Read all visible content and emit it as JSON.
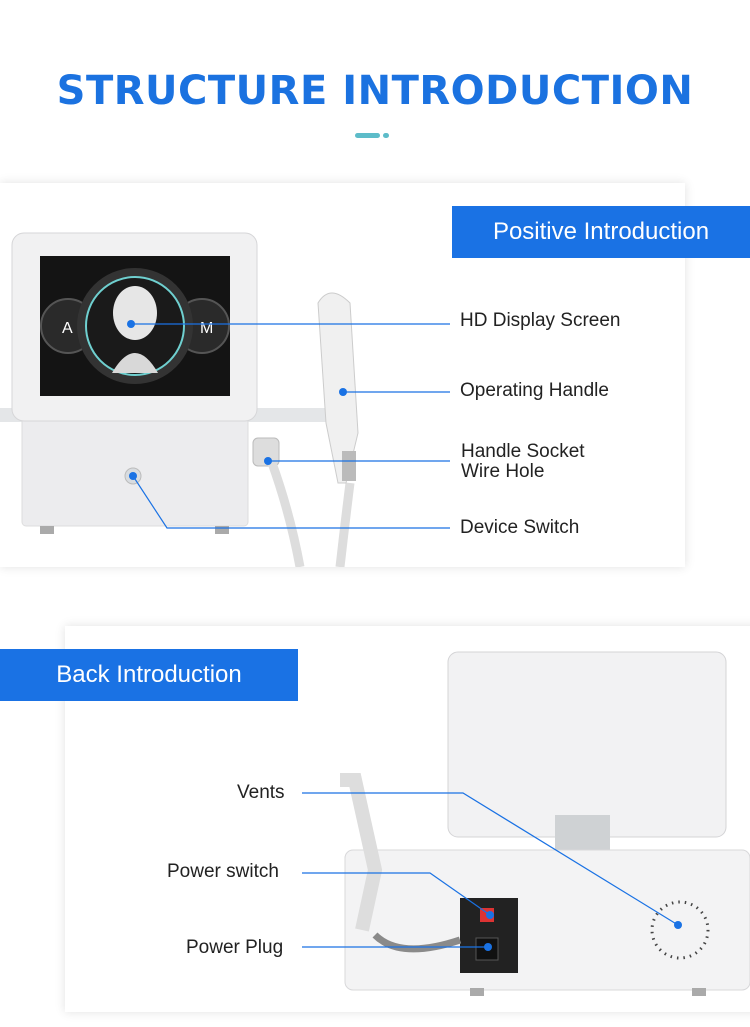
{
  "header": {
    "title": "STRUCTURE INTRODUCTION"
  },
  "front": {
    "banner": "Positive Introduction",
    "screen_buttons": {
      "left": "A",
      "right": "M"
    },
    "labels": [
      "HD Display Screen",
      "Operating Handle",
      "Handle Socket",
      "Wire Hole",
      "Device Switch"
    ]
  },
  "back": {
    "banner": "Back Introduction",
    "labels": [
      "Vents",
      "Power switch",
      "Power Plug"
    ]
  },
  "colors": {
    "accent": "#1a72e4",
    "divider": "#5dbcc9",
    "line": "#1a72e4"
  }
}
